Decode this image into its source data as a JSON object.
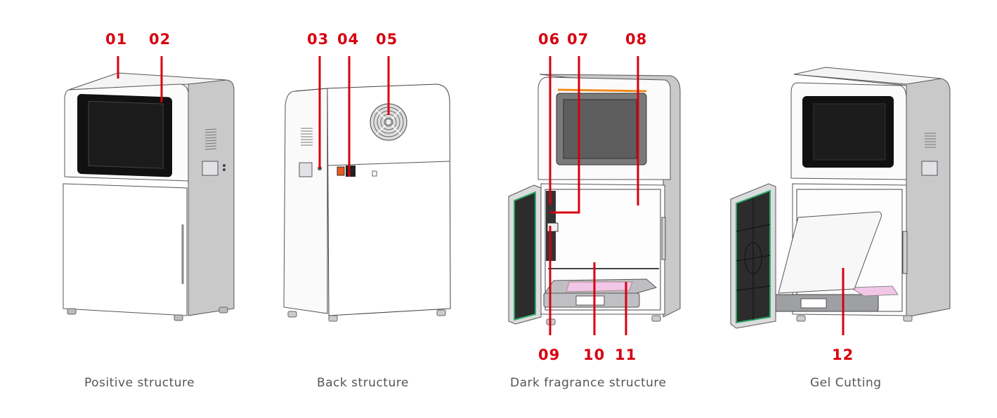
{
  "colors": {
    "callout": "#d7000f",
    "caption": "#555555",
    "screen": "#111111",
    "filter_green": "#2eaa6a",
    "tray_pink": "#f2c6e6",
    "orange_strip": "#f08a1c"
  },
  "panels": [
    {
      "caption": "Positive structure",
      "callouts": [
        "01",
        "02"
      ]
    },
    {
      "caption": "Back structure",
      "callouts": [
        "03",
        "04",
        "05"
      ]
    },
    {
      "caption": "Dark fragrance structure",
      "callouts": [
        "06",
        "07",
        "08",
        "09",
        "10",
        "11"
      ]
    },
    {
      "caption": "Gel Cutting",
      "callouts": [
        "12"
      ]
    }
  ]
}
